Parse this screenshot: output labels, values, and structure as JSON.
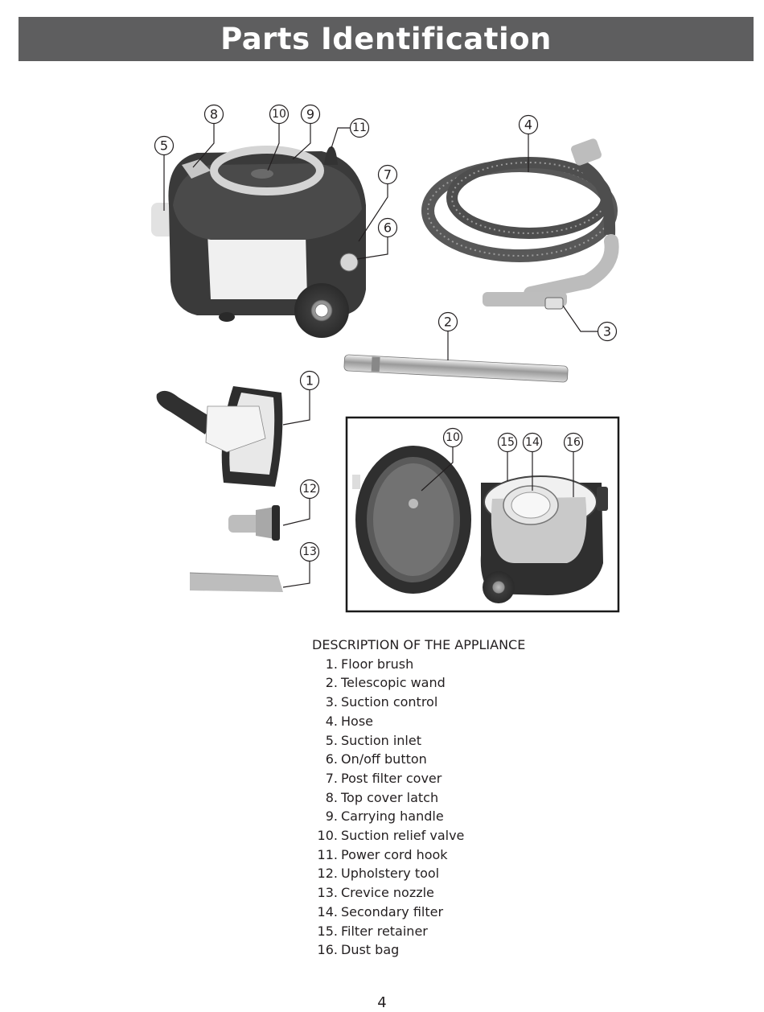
{
  "header": {
    "title": "Parts Identification"
  },
  "callouts": {
    "c1": "1",
    "c2": "2",
    "c3": "3",
    "c4": "4",
    "c5": "5",
    "c6": "6",
    "c7": "7",
    "c8": "8",
    "c9": "9",
    "c10": "10",
    "c11": "11",
    "c12": "12",
    "c13": "13",
    "c10b": "10",
    "c14": "14",
    "c15": "15",
    "c16": "16"
  },
  "description": {
    "title": "DESCRIPTION OF THE APPLIANCE",
    "items": [
      {
        "number": "1.",
        "label": "Floor brush"
      },
      {
        "number": "2.",
        "label": "Telescopic wand"
      },
      {
        "number": "3.",
        "label": "Suction control"
      },
      {
        "number": "4.",
        "label": "Hose"
      },
      {
        "number": "5.",
        "label": "Suction inlet"
      },
      {
        "number": "6.",
        "label": "On/off button"
      },
      {
        "number": "7.",
        "label": "Post filter cover"
      },
      {
        "number": "8.",
        "label": "Top cover latch"
      },
      {
        "number": "9.",
        "label": "Carrying handle"
      },
      {
        "number": "10.",
        "label": "Suction relief valve"
      },
      {
        "number": "11.",
        "label": "Power cord hook"
      },
      {
        "number": "12.",
        "label": "Upholstery tool"
      },
      {
        "number": "13.",
        "label": "Crevice nozzle"
      },
      {
        "number": "14.",
        "label": "Secondary filter"
      },
      {
        "number": "15.",
        "label": "Filter retainer"
      },
      {
        "number": "16.",
        "label": "Dust bag"
      }
    ]
  },
  "page_number": "4"
}
